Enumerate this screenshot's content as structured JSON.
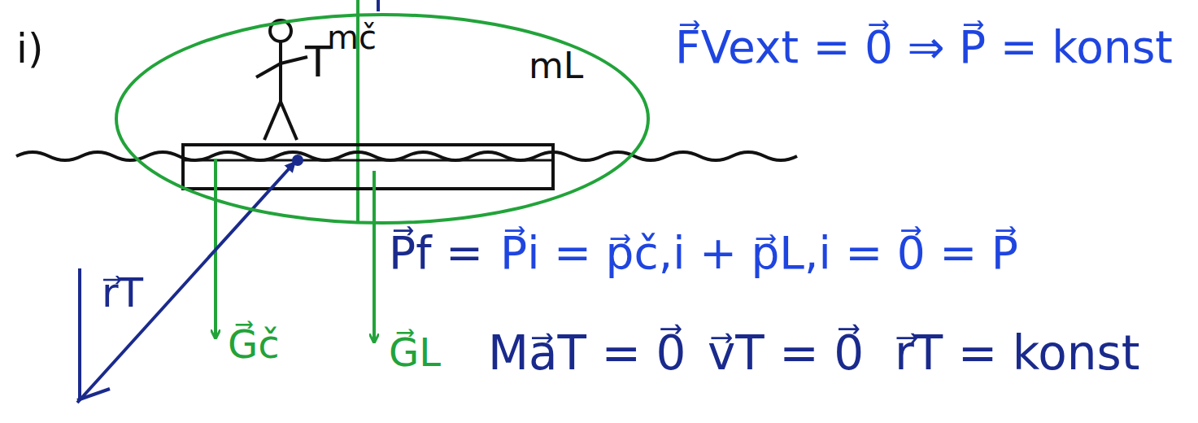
{
  "diagram": {
    "nodes": [
      {
        "text": [
          "mč",
          "T",
          "mL"
        ]
      }
    ],
    "labels": [
      "i)",
      "r⃗T",
      "G⃗č",
      "G⃗L",
      "F⃗Vext = 0⃗ ⇒ P⃗ = konst",
      "P⃗f =",
      "P⃗i = p⃗č,i + p⃗L,i = 0⃗ = P⃗",
      "Ma⃗T = 0⃗",
      "v⃗T = 0⃗",
      "r⃗T = konst"
    ]
  }
}
